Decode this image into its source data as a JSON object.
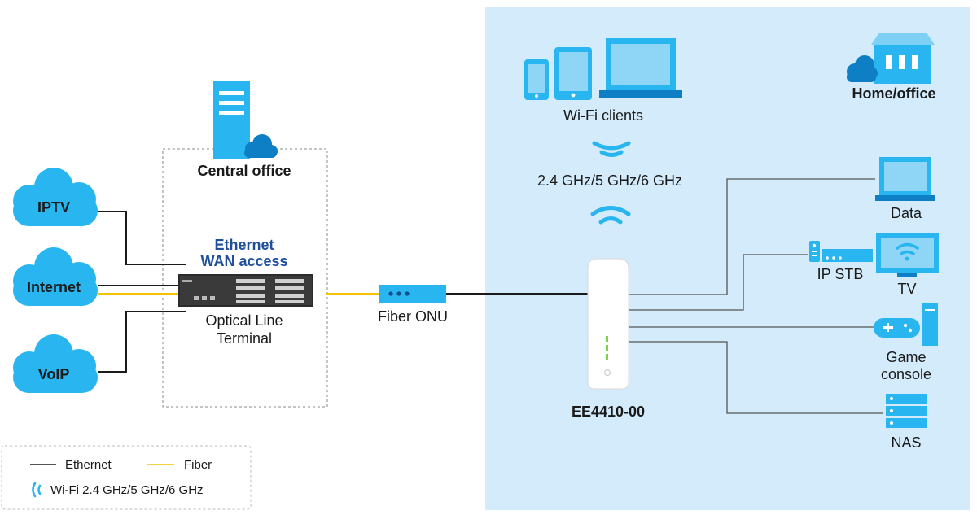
{
  "colors": {
    "ethernet": "#1a1a1a",
    "fiber": "#f2c200",
    "device": "#29b6f0",
    "device_dark": "#0e7fc4",
    "home_bg": "#d3ebfa",
    "title_blue": "#1f4e9c"
  },
  "icons": [
    "cloud-icon",
    "server-icon",
    "olt-chassis-icon",
    "onu-icon",
    "router-icon",
    "wifi-icon",
    "phone-icon",
    "tablet-icon",
    "laptop-icon",
    "house-icon",
    "stb-icon",
    "tv-icon",
    "gamepad-icon",
    "console-icon",
    "nas-icon"
  ],
  "services": {
    "iptv": "IPTV",
    "internet": "Internet",
    "voip": "VoIP"
  },
  "central_office": {
    "title": "Central office",
    "ethernet_wan_line1": "Ethernet",
    "ethernet_wan_line2": "WAN access",
    "olt_line1": "Optical Line",
    "olt_line2": "Terminal"
  },
  "onu": {
    "label": "Fiber ONU"
  },
  "home": {
    "title": "Home/office",
    "wifi_clients": "Wi-Fi clients",
    "wifi_bands": "2.4 GHz/5 GHz/6 GHz",
    "router_model": "EE4410-00"
  },
  "devices": {
    "data": "Data",
    "ip_stb": "IP STB",
    "tv": "TV",
    "game_line1": "Game",
    "game_line2": "console",
    "nas": "NAS"
  },
  "legend": {
    "ethernet": "Ethernet",
    "fiber": "Fiber",
    "wifi": "Wi-Fi 2.4 GHz/5 GHz/6 GHz"
  }
}
